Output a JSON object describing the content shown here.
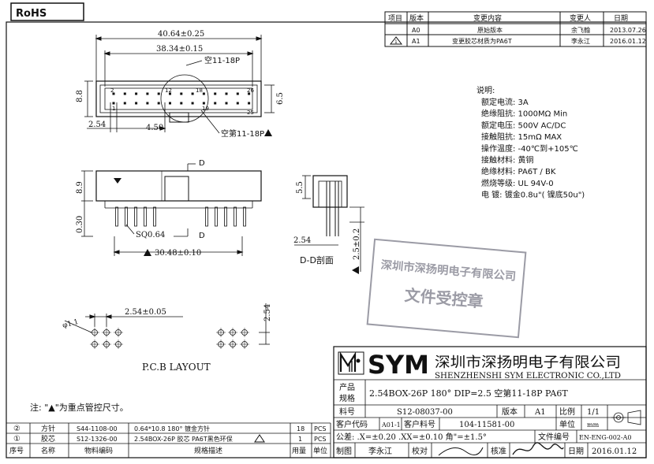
{
  "badge": "RoHS",
  "rev_table": {
    "headers": [
      "项目",
      "版本",
      "变更内容",
      "变更人",
      "日期"
    ],
    "rows": [
      {
        "item": "",
        "version": "A0",
        "content": "原始版本",
        "person": "余飞翰",
        "date": "2013.07.26"
      },
      {
        "item": "1",
        "version": "A1",
        "content": "变更胶芯材质为PA6T",
        "person": "李永江",
        "date": "2016.01.12"
      }
    ]
  },
  "notes": {
    "title": "说明:",
    "lines": [
      "额定电流: 3A",
      "绝缘阻抗: 1000MΩ  Min",
      "额定电压: 500V AC/DC",
      "接触阻抗: 15mΩ  MAX",
      "操作温度: -40℃到+105℃",
      "接触材料: 黄铜",
      "绝缘材料: PA6T / BK",
      "燃烧等级: UL 94V-0",
      "电    镀: 镀金0.8u\"( 镍底50u\")"
    ]
  },
  "dims": {
    "overall_length": "40.64±0.25",
    "inner_length": "38.34±0.15",
    "key_top": "空11-18P",
    "key_bottom": "空第11-18P",
    "height_left": "8.8",
    "height_right": "6.5",
    "pin_offset": "2.54",
    "key_offset": "4.50",
    "pin1": "1",
    "pin2": "2",
    "pin12": "12",
    "pin18": "18",
    "pin19": "19",
    "pin26": "26",
    "pin25": "25",
    "side_height": "8.9",
    "side_bottom": "0.30",
    "section_d": "D",
    "square_pin": "SQ0.64",
    "pin_span": "30.48±0.10",
    "dd_height": "5.5",
    "dd_pitch": "2.54",
    "dd_vertical": "2.5±0.2",
    "dd_label": "D-D剖面",
    "pcb_pitch": "2.54±0.05",
    "pcb_hole": "φ1.1",
    "pcb_row_pitch": "2.54",
    "pcb_label": "P.C.B LAYOUT"
  },
  "stamp": {
    "line1": "深圳市深扬明电子有限公司",
    "line2": "文件受控章"
  },
  "footnote": "注: \"▲\"为重点管控尺寸。",
  "bom": {
    "rows": [
      {
        "no": "②",
        "name": "方针",
        "code": "S44-1108-00",
        "spec": "0.64*10.8 180° 镀金方针",
        "qty": "18",
        "unit": "PCS"
      },
      {
        "no": "①",
        "name": "胶芯",
        "code": "S12-1326-00",
        "spec": "2.54BOX-26P 胶芯 PA6T黑色环保",
        "qty": "1",
        "unit": "PCS"
      }
    ],
    "headers": {
      "no": "序号",
      "name": "名称",
      "code": "物料编码",
      "spec": "规格描述",
      "qty": "用量",
      "unit": "单位"
    }
  },
  "title_block": {
    "logo": "SYM",
    "company_cn": "深圳市深扬明电子有限公司",
    "company_en": "SHENZHENSHI SYM ELECTRONIC CO.,LTD",
    "product_label": "产品\n规格",
    "product_label_1": "产品",
    "product_label_2": "规格",
    "product_spec": "2.54BOX-26P  180° DIP=2.5 空第11-18P PA6T",
    "part_no_label": "料号",
    "part_no": "S12-08037-00",
    "version_label": "版本",
    "version": "A1",
    "scale_label": "比例",
    "scale": "1/1",
    "customer_code_label": "客户代码",
    "customer_code": "A01-1",
    "customer_part_label": "客户料号",
    "customer_part": "104-11581-00",
    "unit_label": "单位",
    "unit": "mm",
    "tolerance": "公差: .X=±0.20  .XX=±0.10  角\"=±1.5°",
    "file_no_label": "文件编号",
    "file_no": "EN-ENG-002-A0",
    "drawn_label": "制图",
    "drawn_by": "李永江",
    "checked_label": "校对",
    "approved_label": "核准",
    "date_label": "日期",
    "date": "2016.01.12"
  }
}
